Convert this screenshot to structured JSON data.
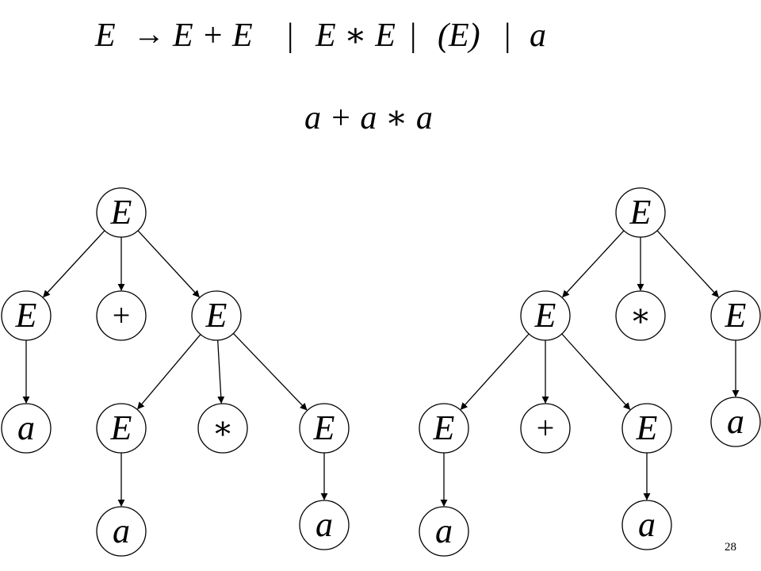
{
  "grammar": {
    "lhs": "E",
    "arrow": "→",
    "alternatives": [
      "E + E",
      "E ∗ E",
      "(E)",
      "a"
    ],
    "separator": "|"
  },
  "input_string": "a + a ∗ a",
  "trees": [
    {
      "nodes": [
        {
          "id": "L0",
          "label": "E"
        },
        {
          "id": "L1",
          "label": "E"
        },
        {
          "id": "L2",
          "label": "+"
        },
        {
          "id": "L3",
          "label": "E"
        },
        {
          "id": "L4",
          "label": "a"
        },
        {
          "id": "L5",
          "label": "E"
        },
        {
          "id": "L6",
          "label": "∗"
        },
        {
          "id": "L7",
          "label": "E"
        },
        {
          "id": "L8",
          "label": "a"
        },
        {
          "id": "L9",
          "label": "a"
        }
      ],
      "edges": [
        [
          "L0",
          "L1"
        ],
        [
          "L0",
          "L2"
        ],
        [
          "L0",
          "L3"
        ],
        [
          "L1",
          "L4"
        ],
        [
          "L3",
          "L5"
        ],
        [
          "L3",
          "L6"
        ],
        [
          "L3",
          "L7"
        ],
        [
          "L5",
          "L8"
        ],
        [
          "L7",
          "L9"
        ]
      ]
    },
    {
      "nodes": [
        {
          "id": "R0",
          "label": "E"
        },
        {
          "id": "R1",
          "label": "E"
        },
        {
          "id": "R2",
          "label": "∗"
        },
        {
          "id": "R3",
          "label": "E"
        },
        {
          "id": "R4",
          "label": "E"
        },
        {
          "id": "R5",
          "label": "+"
        },
        {
          "id": "R6",
          "label": "E"
        },
        {
          "id": "R7",
          "label": "a"
        },
        {
          "id": "R8",
          "label": "a"
        },
        {
          "id": "R9",
          "label": "a"
        }
      ],
      "edges": [
        [
          "R0",
          "R1"
        ],
        [
          "R0",
          "R2"
        ],
        [
          "R0",
          "R3"
        ],
        [
          "R1",
          "R4"
        ],
        [
          "R1",
          "R5"
        ],
        [
          "R1",
          "R6"
        ],
        [
          "R3",
          "R7"
        ],
        [
          "R4",
          "R8"
        ],
        [
          "R6",
          "R9"
        ]
      ]
    }
  ],
  "page_number": "28"
}
